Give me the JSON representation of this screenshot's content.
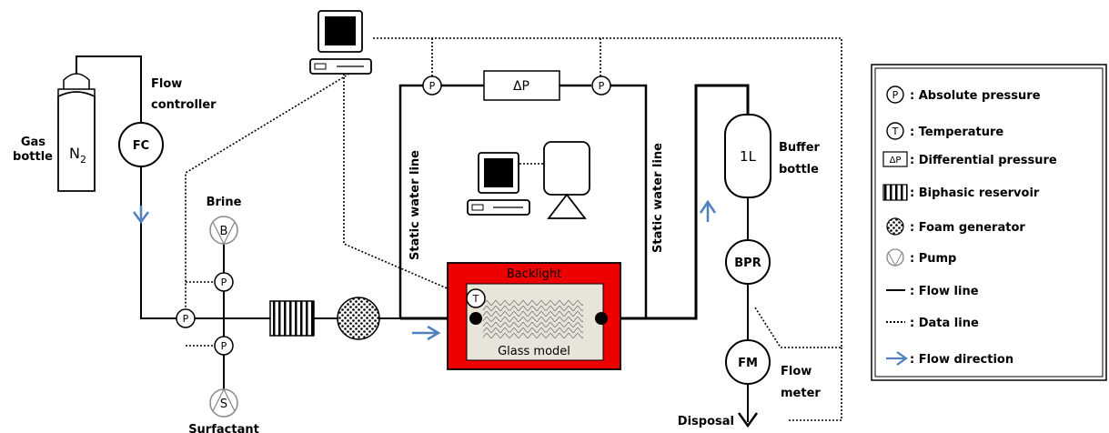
{
  "labels": {
    "gas_bottle": [
      "Gas",
      "bottle"
    ],
    "n2": "N",
    "n2_sub": "2",
    "flow_controller": [
      "Flow",
      "controller"
    ],
    "fc": "FC",
    "brine": "Brine",
    "b": "B",
    "s": "S",
    "surfactant": "Surfactant",
    "p": "P",
    "t": "T",
    "delta_p": "ΔP",
    "static_water_line": "Static water line",
    "backlight": "Backlight",
    "glass_model": "Glass model",
    "buffer_volume": "1L",
    "buffer_bottle": [
      "Buffer",
      "bottle"
    ],
    "bpr": "BPR",
    "fm": "FM",
    "flow_meter": [
      "Flow",
      "meter"
    ],
    "disposal": "Disposal"
  },
  "legend": [
    {
      "symbol": "P",
      "text": ": Absolute pressure"
    },
    {
      "symbol": "T",
      "text": ": Temperature"
    },
    {
      "symbol": "ΔP",
      "text": ": Differential pressure"
    },
    {
      "symbol": "biphasic-reservoir",
      "text": ": Biphasic reservoir"
    },
    {
      "symbol": "foam-generator",
      "text": ": Foam generator"
    },
    {
      "symbol": "pump",
      "text": ": Pump"
    },
    {
      "symbol": "flow-line",
      "text": ": Flow line"
    },
    {
      "symbol": "data-line",
      "text": ": Data line"
    },
    {
      "symbol": "flow-direction",
      "text": ": Flow direction"
    }
  ],
  "colors": {
    "backlight": "#ee0000",
    "glass": "#e8e4da",
    "arrow": "#4f81bd",
    "line": "#000000"
  }
}
